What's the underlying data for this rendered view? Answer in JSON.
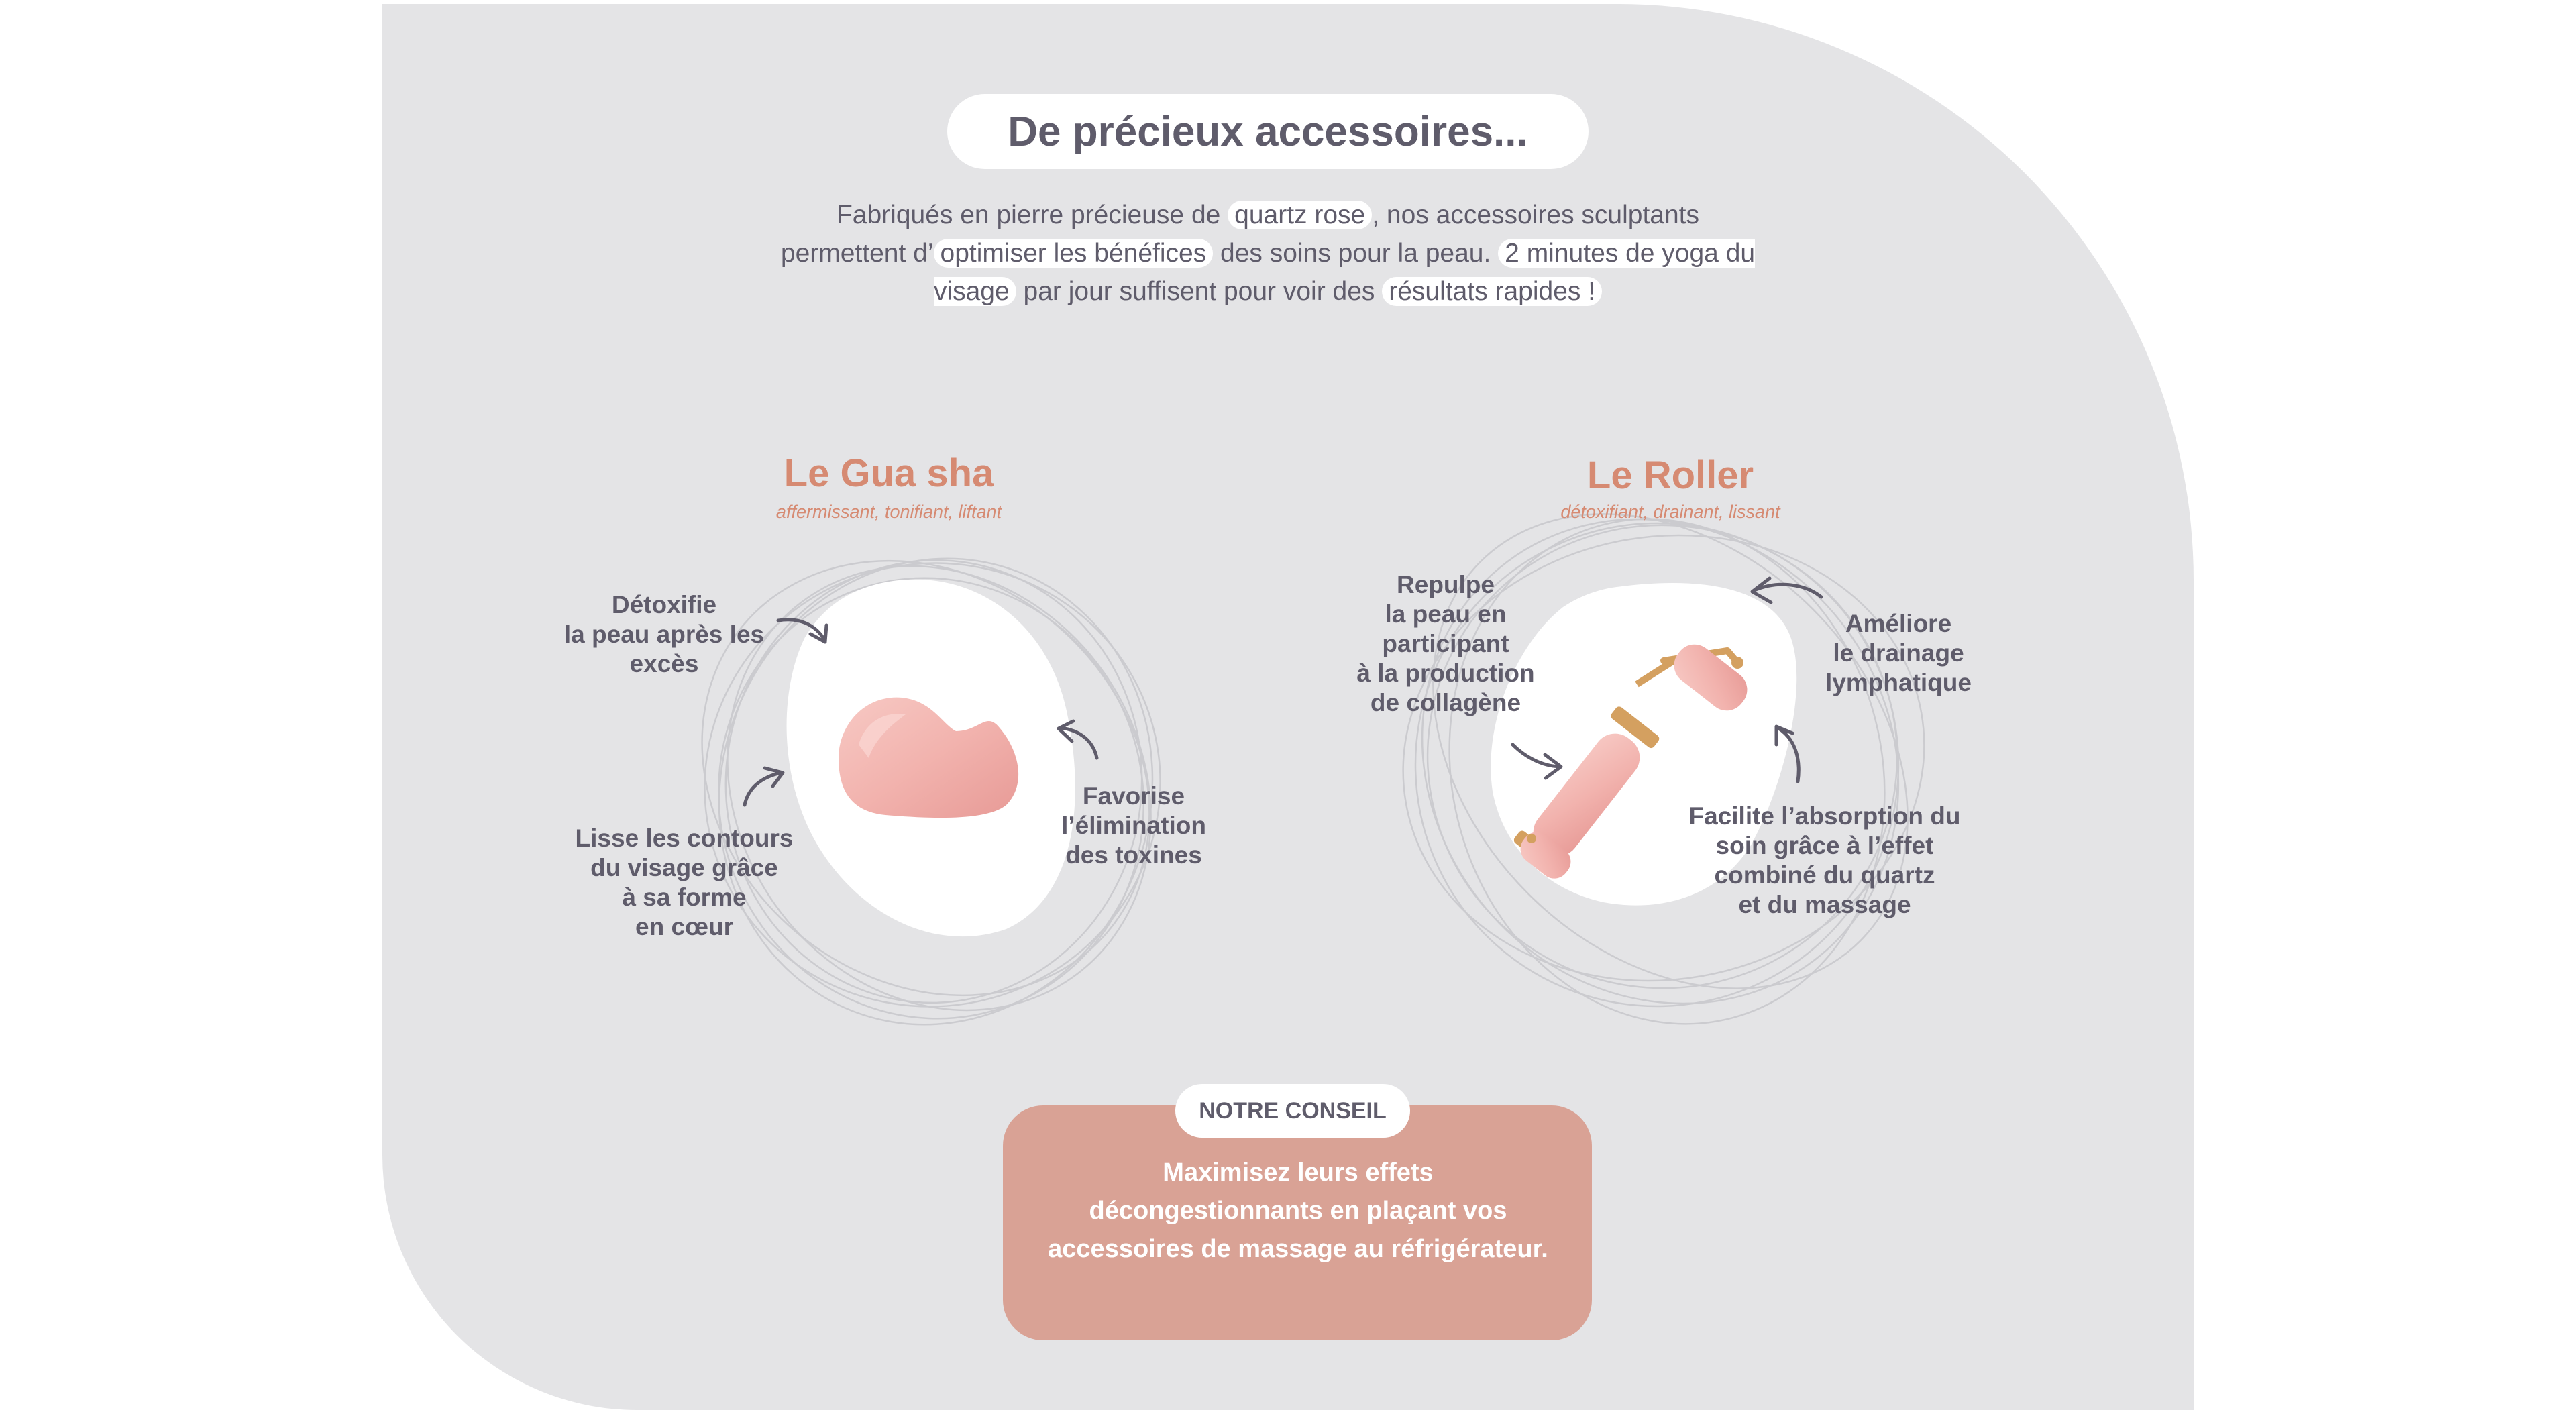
{
  "header": {
    "title": "De précieux accessoires..."
  },
  "intro": {
    "p1": "Fabriqués en pierre précieuse de ",
    "h1": "quartz rose",
    "p2": ", nos accessoires sculptants permettent d’",
    "h2": "optimiser les bénéfices",
    "p3": " des soins pour la peau. ",
    "h3": "2 minutes de yoga du visage",
    "p4": " par jour suffisent pour voir des ",
    "h4": "résultats rapides !"
  },
  "guasha": {
    "title": "Le Gua sha",
    "subtitle": "affermissant, tonifiant, liftant",
    "benefits": [
      {
        "text": "Détoxifie\nla peau après les\nexcès"
      },
      {
        "text": "Lisse les contours\ndu visage grâce\nà sa forme\nen cœur"
      },
      {
        "text": "Favorise\nl’élimination\ndes toxines"
      }
    ]
  },
  "roller": {
    "title": "Le Roller",
    "subtitle": "détoxifiant, drainant, lissant",
    "benefits": [
      {
        "text": "Repulpe\nla peau en\nparticipant\nà la production\nde collagène"
      },
      {
        "text": "Améliore\nle drainage\nlymphatique"
      },
      {
        "text": "Facilite l’absorption du\nsoin grâce à l’effet\ncombiné du quartz\net du massage"
      }
    ]
  },
  "tip": {
    "badge": "NOTRE CONSEIL",
    "text": "Maximisez leurs effets décongestionnants en plaçant vos accessoires de massage au réfrigérateur."
  },
  "colors": {
    "panel": "#e4e4e6",
    "accent": "#d68a72",
    "tip_box": "#d9a295",
    "text": "#5f5c6b",
    "quartz": "#f2b3ae"
  }
}
